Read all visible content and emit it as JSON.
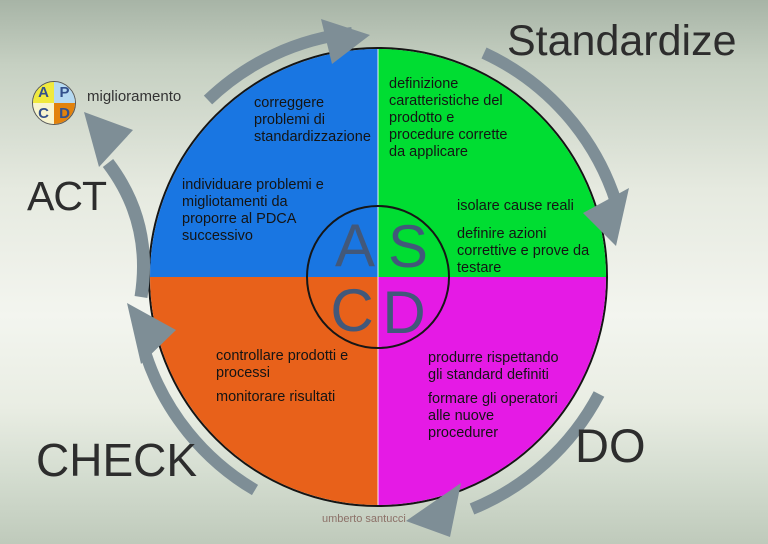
{
  "diagram": {
    "stage_labels": {
      "standardize": "Standardize",
      "act": "ACT",
      "check": "CHECK",
      "do": "DO"
    },
    "center": {
      "letters": [
        "A",
        "S",
        "C",
        "D"
      ],
      "letter_color": "#42587a"
    },
    "quadrants": {
      "act": {
        "color": "#1976e2",
        "notes": [
          "correggere problemi di standardizzazione",
          "individuare problemi e migliotamenti da proporre al PDCA successivo"
        ]
      },
      "standardize": {
        "color": "#00dd32",
        "notes": [
          "definizione caratteristiche del prodotto e procedure corrette da applicare",
          "isolare cause reali",
          "definire azioni correttive e prove da testare"
        ]
      },
      "check": {
        "color": "#e8611a",
        "notes": [
          "controllare prodotti e processi",
          "monitorare risultati"
        ]
      },
      "do": {
        "color": "#e51ae5",
        "notes": [
          "produrre rispettando gli standard definiti",
          "formare gli operatori alle nuove procedurer"
        ]
      }
    },
    "improvement_badge": {
      "label": "miglioramento",
      "letters": [
        "A",
        "P",
        "C",
        "D"
      ],
      "colors": {
        "a": "#f0e93e",
        "p": "#b5d9f2",
        "c": "#f7f4cf",
        "d": "#e2820c"
      }
    },
    "arrows": {
      "color": "#7e8e96"
    },
    "watermark": "umberto santucci"
  }
}
